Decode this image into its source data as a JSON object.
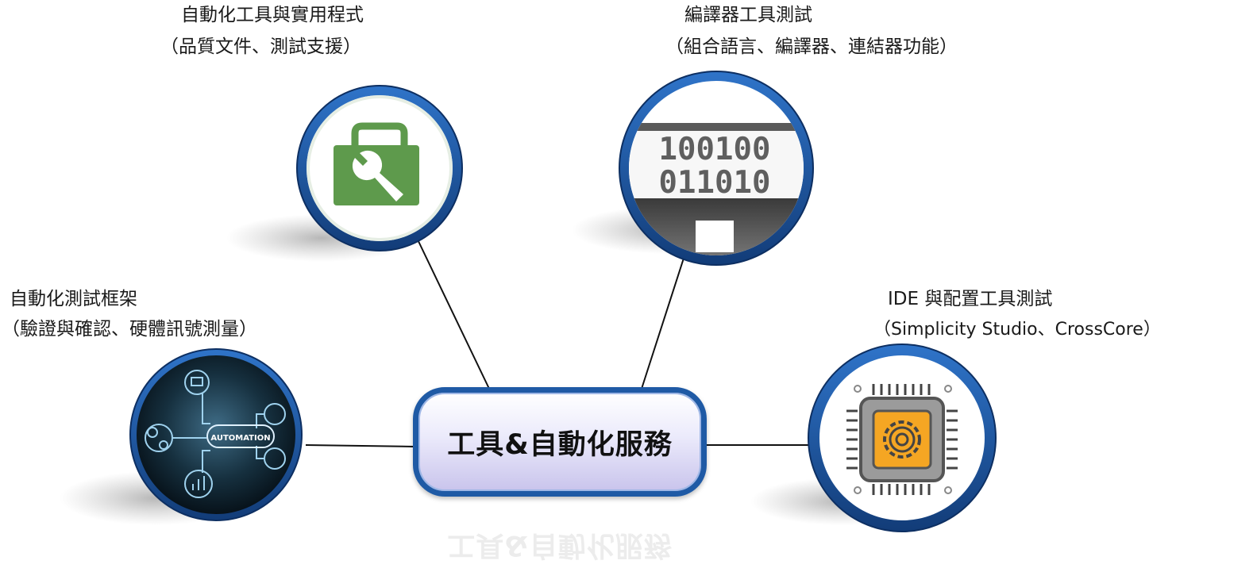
{
  "hub": {
    "label": "工具&自動化服務"
  },
  "nodes": {
    "utilities": {
      "title": "自動化工具與實用程式",
      "subtitle": "（品質文件、測試支援）",
      "icon": "toolbox-wrench-icon"
    },
    "compiler": {
      "title": "編譯器工具測試",
      "subtitle": "（組合語言、編譯器、連結器功能）",
      "icon": "binary-monitor-icon",
      "binary_row1": "100100",
      "binary_row2": "011010"
    },
    "framework": {
      "title": "自動化測試框架",
      "subtitle": "（驗證與確認、硬體訊號測量）",
      "icon": "automation-circuit-icon",
      "badge": "AUTOMATION"
    },
    "ide": {
      "title": "IDE 與配置工具測試",
      "subtitle": "（Simplicity Studio、CrossCore）",
      "icon": "chip-gear-icon"
    }
  },
  "colors": {
    "ring": "#1f5aa5",
    "toolbox": "#5e9a4c",
    "chip_orange": "#f5a623",
    "hub_fill": "#d7d3f2"
  }
}
